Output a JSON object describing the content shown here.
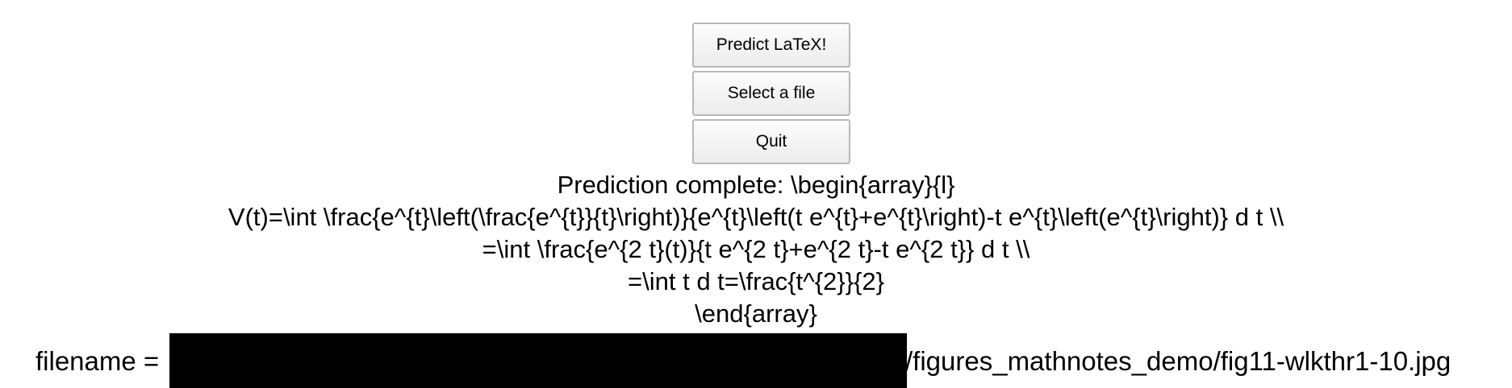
{
  "buttons": {
    "predict": "Predict LaTeX!",
    "select_file": "Select a file",
    "quit": "Quit"
  },
  "prediction": {
    "lines": [
      "Prediction complete: \\begin{array}{l}",
      "V(t)=\\int \\frac{e^{t}\\left(\\frac{e^{t}}{t}\\right)}{e^{t}\\left(t e^{t}+e^{t}\\right)-t e^{t}\\left(e^{t}\\right)} d t \\\\",
      "=\\int \\frac{e^{2 t}(t)}{t e^{2 t}+e^{2 t}-t e^{2 t}} d t \\\\",
      "=\\int t d t=\\frac{t^{2}}{2}",
      "\\end{array}"
    ]
  },
  "file": {
    "label": "filename =",
    "path_suffix": "/figures_mathnotes_demo/fig11-wlkthr1-10.jpg"
  }
}
